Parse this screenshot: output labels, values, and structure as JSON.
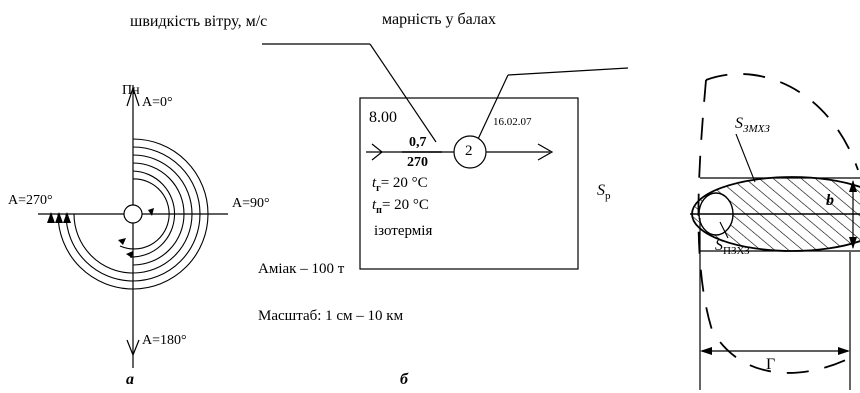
{
  "labels": {
    "wind_speed_callout": "швидкість вітру, м/с",
    "cloudiness_callout": "марність у балах",
    "north": "Пн",
    "az_0": "A=0°",
    "az_90": "A=90°",
    "az_180": "A=180°",
    "az_270": "A=270°",
    "caption_a": "а",
    "caption_b": "б"
  },
  "weather_box": {
    "time": "8.00",
    "date": "16.02.07",
    "wind_speed": "0,7",
    "wind_direction": "270",
    "cloudiness_index": "2",
    "t_air": "= 20 °C",
    "t_soil": "= 20 °C",
    "sub_air": "г",
    "sub_soil": "п",
    "t_symbol": "t",
    "stability": "ізотермія"
  },
  "notes": {
    "chemical": "Аміак – 100 т",
    "scale": "Масштаб: 1 см – 10 км"
  },
  "zone_diagram": {
    "s_p": "S",
    "s_p_sub": "р",
    "s_zmhz": "S",
    "s_zmhz_sub": "ЗМХЗ",
    "s_pzhz": "S",
    "s_pzhz_sub": "ПЗХЗ",
    "b_label": "b",
    "g_label": "Г"
  }
}
